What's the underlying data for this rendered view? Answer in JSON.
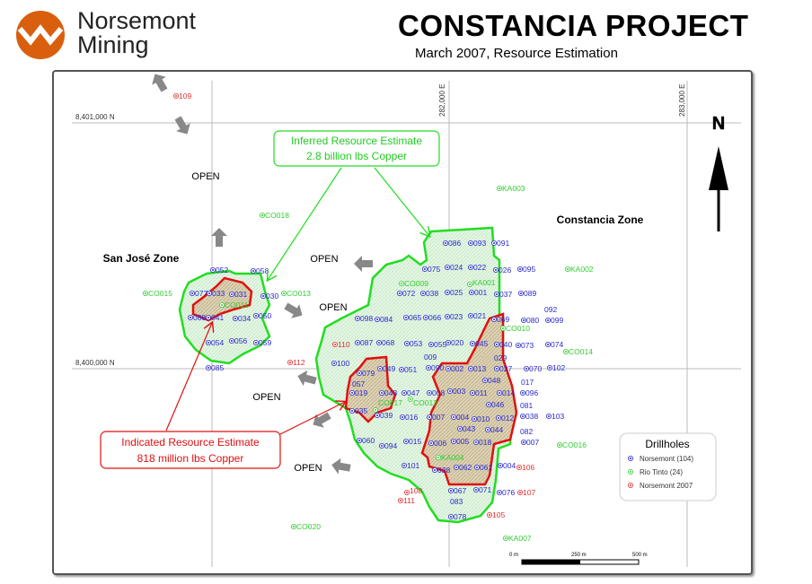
{
  "header": {
    "brand_line1": "Norsemont",
    "brand_line2": "Mining",
    "title": "CONSTANCIA PROJECT",
    "subtitle": "March 2007, Resource Estimation"
  },
  "colors": {
    "brand_orange": "#d95f0e",
    "norsemont_blue": "#2a2acf",
    "rio_tinto_green": "#33cc33",
    "norsemont_2007_red": "#e03030",
    "inferred_outline": "#22dd22",
    "indicated_outline": "#e01010",
    "inferred_fill": "#dff5df",
    "indicated_fill": "#d8ccaa",
    "arrow_gray": "#888888"
  },
  "map": {
    "grid_labels": {
      "north_upper": "8,401,000 N",
      "north_lower": "8,400,000 N",
      "east_left": "282,000 E",
      "east_right": "283,000 E"
    },
    "north_label": "N",
    "zones": {
      "san_jose": "San José Zone",
      "constancia": "Constancia Zone"
    },
    "open_label": "OPEN",
    "inferred": {
      "line1": "Inferred Resource Estimate",
      "line2": "2.8 billion lbs Copper"
    },
    "indicated": {
      "line1": "Indicated Resource Estimate",
      "line2": "818 million lbs Copper"
    },
    "scale": {
      "start": "0 m",
      "mid": "250 m",
      "end": "500 m"
    },
    "legend": {
      "title": "Drillholes",
      "items": [
        {
          "label": "Norsemont (104)",
          "color": "#2a2acf"
        },
        {
          "label": "Rio Tinto (24)",
          "color": "#33cc33"
        },
        {
          "label": "Norsemont 2007",
          "color": "#e03030"
        }
      ]
    },
    "drillholes": {
      "norsemont": [
        "052",
        "058",
        "077",
        "033",
        "031",
        "030",
        "088",
        "041",
        "034",
        "050",
        "054",
        "056",
        "059",
        "085",
        "086",
        "093",
        "091",
        "075",
        "024",
        "022",
        "026",
        "095",
        "072",
        "038",
        "025",
        "001",
        "037",
        "089",
        "098",
        "084",
        "065",
        "066",
        "023",
        "021",
        "069",
        "080",
        "099",
        "087",
        "068",
        "053",
        "055",
        "020",
        "045",
        "040",
        "073",
        "074",
        "100",
        "079",
        "049",
        "051",
        "090",
        "002",
        "013",
        "027",
        "070",
        "102",
        "019",
        "043",
        "047",
        "008",
        "003",
        "011",
        "014",
        "096",
        "048",
        "046",
        "035",
        "039",
        "016",
        "007",
        "004",
        "010",
        "012",
        "038",
        "103",
        "043",
        "044",
        "060",
        "094",
        "015",
        "006",
        "005",
        "018",
        "007",
        "101",
        "028",
        "062",
        "061",
        "004",
        "067",
        "071",
        "076",
        "078"
      ],
      "norsemont_extra_labels": [
        "092",
        "009",
        "029",
        "057",
        "017",
        "081",
        "082",
        "083"
      ],
      "rio_tinto": [
        "KA003",
        "CO018",
        "KA002",
        "CO015",
        "CO013",
        "CO009",
        "KA001",
        "CO010",
        "CO014",
        "CO012",
        "CO017",
        "KA004",
        "CO016",
        "CO020",
        "KA007",
        "CO011"
      ],
      "norsemont_2007": [
        "109",
        "110",
        "112",
        "106",
        "108",
        "111",
        "107",
        "105"
      ]
    }
  }
}
